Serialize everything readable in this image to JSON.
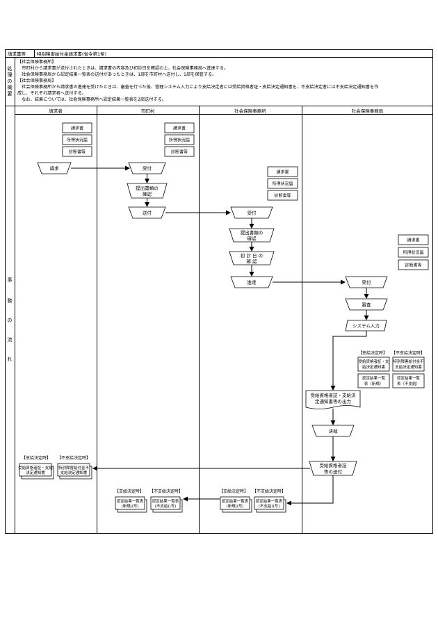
{
  "header": {
    "col1": "請求書等",
    "col2": "特別障害給付金請求書(省令第1条)"
  },
  "overview": {
    "label_chars": [
      "処",
      "理",
      "の",
      "概",
      "要"
    ],
    "lines": [
      "【社会保険事務所】",
      "　市町村から請求書が送付されたときは、請求書の内容及び初診日を確認の上、社会保険事務局へ進達する。",
      "　社会保険事務局から認定結果一覧表の送付があったときは、1部を市町村へ送付し、1部を保管する。",
      "【社会保険事務局】",
      "　社会保険事務所から請求書の進達を受けたときは、審査を行った後、管理システム入力により支給決定者には受給資格者証・支給決定通知書を、不支給決定者には不支給決定通知書を作",
      "成し、それぞれ請求者へ送付する。",
      "　なお、結果については、社会保険事務所へ認定結果一覧表を2部送付する。"
    ]
  },
  "flow": {
    "label_chars": [
      "事",
      "務",
      "の",
      "流",
      "れ"
    ],
    "lanes": [
      "請求者",
      "市町村",
      "社会保険事務所",
      "社会保険事務局"
    ]
  },
  "docs": {
    "seikyusho": "請求書",
    "shotoku": "所得状況届",
    "shindan": "診断書等"
  },
  "steps": {
    "seikyu": "請求",
    "uketsuke": "受付",
    "teishutsu_line1": "提出書類の",
    "teishutsu_line2": "確認",
    "soufu": "送付",
    "shoshinbi_line1": "初 診 日 の",
    "shoshinbi_line2": "確 認",
    "shintatsu": "進達",
    "shinsa": "審査",
    "system": "システム入力",
    "output_line1": "受給資格者証・支給決",
    "output_line2": "定通知書等の出力",
    "kessai": "決裁",
    "final_line1": "受給資格者証",
    "final_line2": "等の送付"
  },
  "results": {
    "shikyu_label": "【支給決定時】",
    "fushikyu_label": "【不支給決定時】",
    "jukyu_line1": "受給資格者証・支",
    "jukyu_line2": "給決定通知書",
    "fushikyu_notice_line1": "特別障害給付金不",
    "fushikyu_notice_line2": "支給決定通知書",
    "nintei_shinki_line1": "認定結果一覧",
    "nintei_shinki_line2": "表（新規）",
    "nintei_fushikyu_line1": "認定結果一覧",
    "nintei_fushikyu_line2": "表（不支給）",
    "claimant_jukyu_line1": "受給資格者証・支給",
    "claimant_jukyu_line2": "決定通知書",
    "claimant_fushikyu_line1": "特別障害給付金不",
    "claimant_fushikyu_line2": "支給決定通知書",
    "list_shinki_line1": "認定結果一覧表",
    "list_shinki_line2": "(新規)(写)",
    "list_fushikyu_line1": "認定結果一覧表",
    "list_fushikyu_line2": "(不支給)(写)",
    "list_shinki_b_line2": "(新規)(写)",
    "list_fushikyu_b_line2": "(不支給)(写)"
  }
}
